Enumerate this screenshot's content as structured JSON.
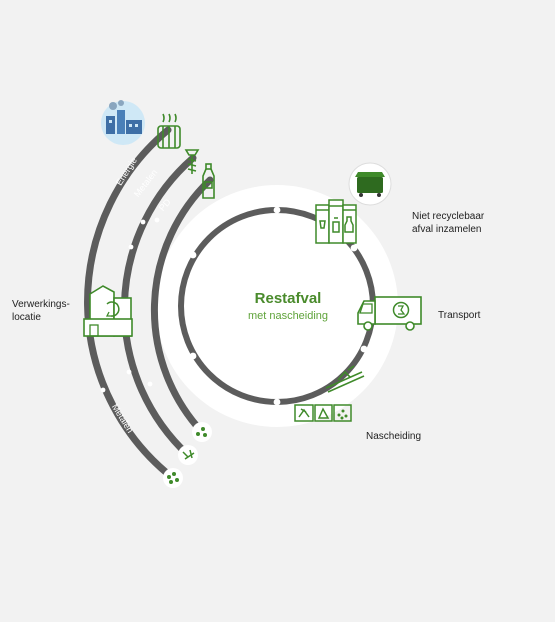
{
  "center": {
    "title": "Restafval",
    "subtitle": "met nascheiding"
  },
  "steps": {
    "collect": "Niet recyclebaar\nafval inzamelen",
    "transport": "Transport",
    "separation": "Nascheiding",
    "processing": "Verwerkings-\nlocatie"
  },
  "streams": {
    "energy": "Energie",
    "metals_out": "Metalen",
    "pd": "PD",
    "metals_in": "Metalen"
  },
  "colors": {
    "track": "#5c5c5c",
    "green": "#3f8a2a",
    "halo": "#ffffff",
    "background": "#f2f2f2"
  },
  "icons": [
    "factory-icon",
    "radiator-icon",
    "screw-icon",
    "bottle-icon",
    "waste-container-icon",
    "waste-bins-icon",
    "truck-icon",
    "conveyor-belt-icon",
    "sorting-bins-icon",
    "processing-plant-icon",
    "pd-pellets-icon",
    "metal-scraps-icon",
    "metal-pieces-icon"
  ]
}
